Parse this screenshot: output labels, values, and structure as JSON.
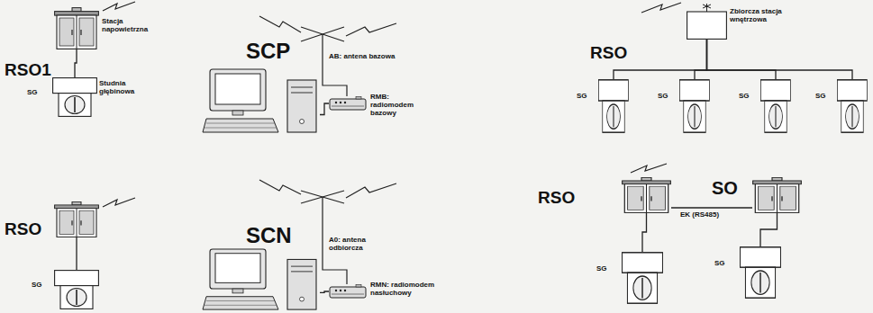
{
  "diagram": {
    "nodes": [
      {
        "text": [
          "RSO1",
          "Stacja napowietrzna"
        ]
      },
      {
        "text": [
          "SG",
          "Studnia głębinowa"
        ]
      },
      {
        "text": [
          "RSO"
        ]
      },
      {
        "text": [
          "SG"
        ]
      },
      {
        "text": [
          "RSO",
          "Zbiorcza stacja wnętrzowa"
        ]
      },
      {
        "text": [
          "SG"
        ]
      },
      {
        "text": [
          "SG"
        ]
      },
      {
        "text": [
          "SG"
        ]
      },
      {
        "text": [
          "SG"
        ]
      },
      {
        "text": [
          "RSO"
        ]
      },
      {
        "text": [
          "SO"
        ]
      },
      {
        "text": [
          "SG"
        ]
      },
      {
        "text": [
          "SG"
        ]
      },
      {
        "text": [
          "SCP"
        ]
      },
      {
        "text": [
          "RMB: radiomodem bazowy"
        ]
      },
      {
        "text": [
          "SCN"
        ]
      },
      {
        "text": [
          "RMN: radiomodem nasłuchowy"
        ]
      }
    ],
    "edges": [
      {
        "from": 0,
        "to": 1,
        "arrow": "none"
      },
      {
        "from": 2,
        "to": 3,
        "arrow": "none"
      },
      {
        "from": 4,
        "to": 5,
        "arrow": "none"
      },
      {
        "from": 4,
        "to": 6,
        "arrow": "none"
      },
      {
        "from": 4,
        "to": 7,
        "arrow": "none"
      },
      {
        "from": 4,
        "to": 8,
        "arrow": "none"
      },
      {
        "from": 9,
        "to": 10,
        "label": "EK (RS485)",
        "arrow": "none"
      },
      {
        "from": 9,
        "to": 11,
        "arrow": "none"
      },
      {
        "from": 10,
        "to": 12,
        "arrow": "none"
      },
      {
        "from": 13,
        "to": 14,
        "arrow": "none"
      },
      {
        "from": 15,
        "to": 16,
        "arrow": "none"
      }
    ],
    "labels": [
      "AB: antena bazowa",
      "A0: antena odbiorcza"
    ]
  }
}
